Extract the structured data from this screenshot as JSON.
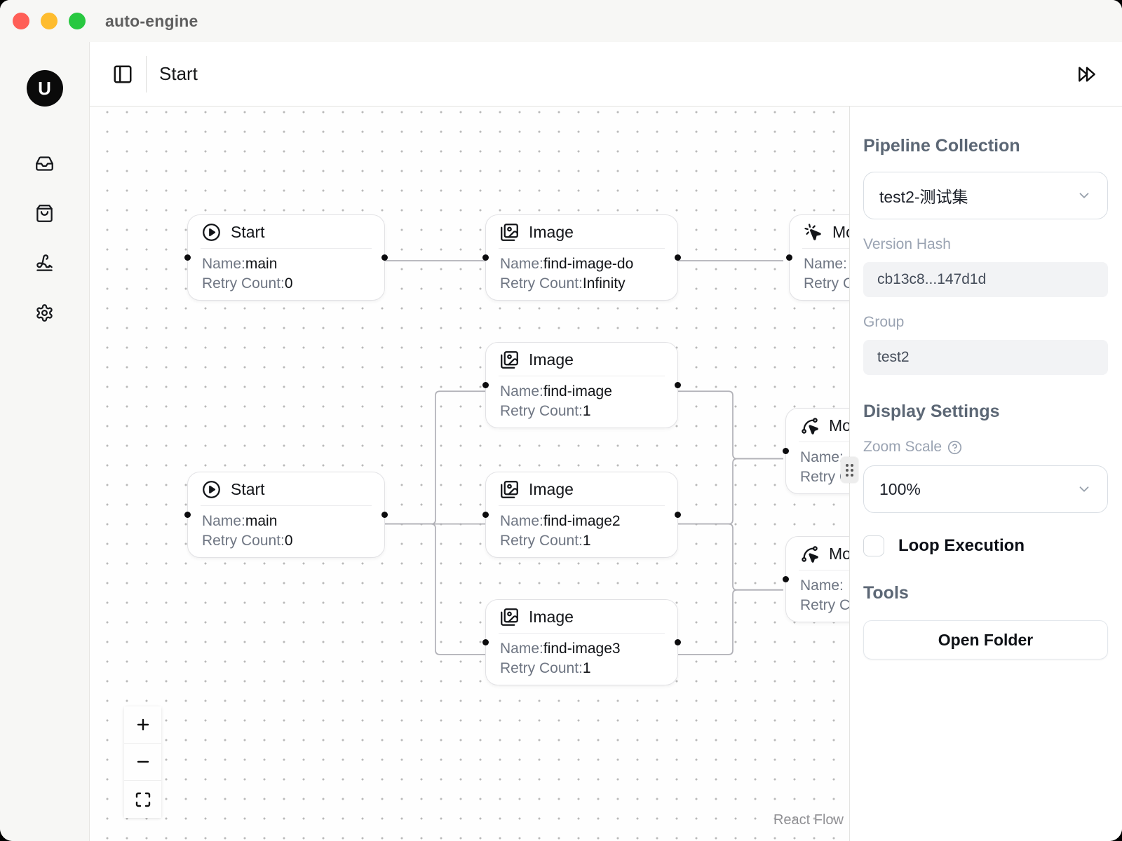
{
  "window": {
    "title": "auto-engine",
    "traffic_lights": {
      "close_color": "#ff5f57",
      "minimize_color": "#febc2e",
      "maximize_color": "#28c840"
    }
  },
  "sidebar": {
    "avatar_initial": "U",
    "items": [
      {
        "icon": "inbox-icon"
      },
      {
        "icon": "shopping-bag-icon"
      },
      {
        "icon": "signature-icon"
      },
      {
        "icon": "settings-icon"
      }
    ]
  },
  "toolbar": {
    "title": "Start",
    "toggle_icon": "panel-left-icon",
    "run_icon": "run-icon"
  },
  "canvas": {
    "attribution": "React Flow",
    "controls": {
      "zoom_in": "plus-icon",
      "zoom_out": "minus-icon",
      "fit_view": "maximize-icon"
    },
    "nodes": [
      {
        "title": "Start",
        "icon": "circle-play-icon",
        "name_label": "Name:",
        "name": "main",
        "retry_label": "Retry Count:",
        "retry": "0"
      },
      {
        "title": "Image",
        "icon": "images-icon",
        "name_label": "Name:",
        "name": "find-image-do",
        "retry_label": "Retry Count:",
        "retry": "Infinity"
      },
      {
        "title": "Mo",
        "icon": "mouse-pointer-click-icon",
        "name_label": "Name:",
        "name": "",
        "retry_label": "Retry Count:",
        "retry": ""
      },
      {
        "title": "Image",
        "icon": "images-icon",
        "name_label": "Name:",
        "name": "find-image",
        "retry_label": "Retry Count:",
        "retry": "1"
      },
      {
        "title": "Start",
        "icon": "circle-play-icon",
        "name_label": "Name:",
        "name": "main",
        "retry_label": "Retry Count:",
        "retry": "0"
      },
      {
        "title": "Image",
        "icon": "images-icon",
        "name_label": "Name:",
        "name": "find-image2",
        "retry_label": "Retry Count:",
        "retry": "1"
      },
      {
        "title": "Image",
        "icon": "images-icon",
        "name_label": "Name:",
        "name": "find-image3",
        "retry_label": "Retry Count:",
        "retry": "1"
      },
      {
        "title": "Mo",
        "icon": "spline-pointer-icon",
        "name_label": "Name:",
        "name": "",
        "retry_label": "Retry Count:",
        "retry": ""
      },
      {
        "title": "Mo",
        "icon": "spline-pointer-icon",
        "name_label": "Name:",
        "name": "",
        "retry_label": "Retry Count:",
        "retry": ""
      }
    ]
  },
  "panel": {
    "pipeline": {
      "heading": "Pipeline Collection",
      "select_value": "test2-测试集",
      "version_hash_label": "Version Hash",
      "version_hash": "cb13c8...147d1d",
      "group_label": "Group",
      "group": "test2"
    },
    "display": {
      "heading": "Display Settings",
      "zoom_label": "Zoom Scale",
      "zoom_value": "100%",
      "loop_label": "Loop Execution",
      "loop_checked": false
    },
    "tools": {
      "heading": "Tools",
      "open_folder_label": "Open Folder"
    }
  },
  "colors": {
    "edge": "#b1b1b7",
    "node_border": "#e2e2e5",
    "panel_heading": "#5c6775",
    "muted_label": "#9aa3b2"
  }
}
